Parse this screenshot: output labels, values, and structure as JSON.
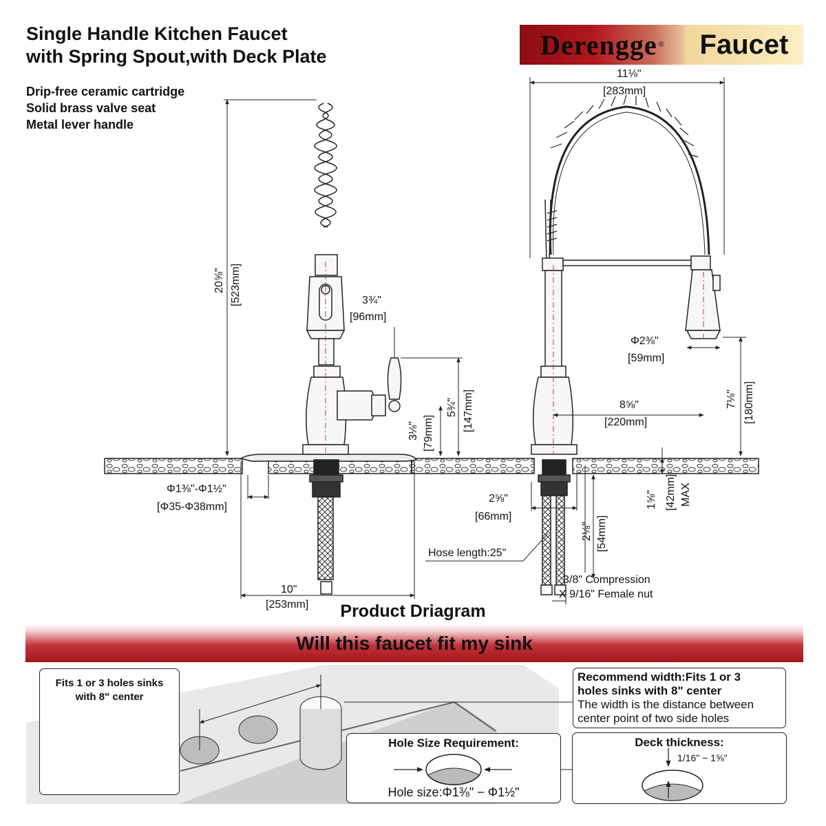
{
  "title": {
    "line1": "Single Handle Kitchen Faucet",
    "line2": "with Spring Spout,with Deck Plate"
  },
  "features": [
    "Drip-free ceramic cartridge",
    "Solid brass valve seat",
    "Metal lever handle"
  ],
  "brand": {
    "name": "Derengge",
    "mark": "®",
    "product": "Faucet"
  },
  "dimensions": {
    "overall_width": "11⅛\"",
    "overall_width_mm": "[283mm]",
    "total_height": "20⅝\"",
    "total_height_mm": "[523mm]",
    "handle_reach": "3¾\"",
    "handle_reach_mm": "[96mm]",
    "handle_height": "5¾\"",
    "handle_height_mm": "[147mm]",
    "lever_height": "3⅛\"",
    "lever_height_mm": "[79mm]",
    "sprayer_dia": "Φ2⅜\"",
    "sprayer_dia_mm": "[59mm]",
    "spout_reach": "8⅝\"",
    "spout_reach_mm": "[220mm]",
    "spout_clearance": "7⅛\"",
    "spout_clearance_mm": "[180mm]",
    "hole_range": "Φ1⅜\"-Φ1½\"",
    "hole_range_mm": "[Φ35-Φ38mm]",
    "plate_width": "10\"",
    "plate_width_mm": "[253mm]",
    "shank_width": "2⅝\"",
    "shank_width_mm": "[66mm]",
    "shank_length": "2⅛\"",
    "shank_length_mm": "[54mm]",
    "deck_max": "1⅝\"",
    "deck_max_mm": "[42mm]",
    "deck_max_word": "MAX",
    "hose_length": "Hose length:25\"",
    "compression_line1": "3/8\" Compression",
    "compression_line2": "X 9/16\" Female nut"
  },
  "section_title": "Product Driagram",
  "banner": "Will this faucet fit my sink",
  "fit_box": {
    "line1": "Fits 1 or 3 holes sinks",
    "line2": "with 8\" center"
  },
  "recommend": {
    "line1": "Recommend width:Fits 1 or 3",
    "line2": "holes sinks with 8\" center",
    "line3": "The width is the distance between",
    "line4": "center point of two side holes"
  },
  "hole_size": {
    "heading": "Hole Size Requirement:",
    "text": "Hole size:Φ1⅜\" − Φ1½\""
  },
  "deck": {
    "heading": "Deck thickness:",
    "range": "1/16\" − 1⅝\""
  },
  "colors": {
    "brand_red": "#a5141b",
    "brand_gold": "#f1d69a",
    "line": "#222222",
    "centerline": "#c0392b"
  }
}
